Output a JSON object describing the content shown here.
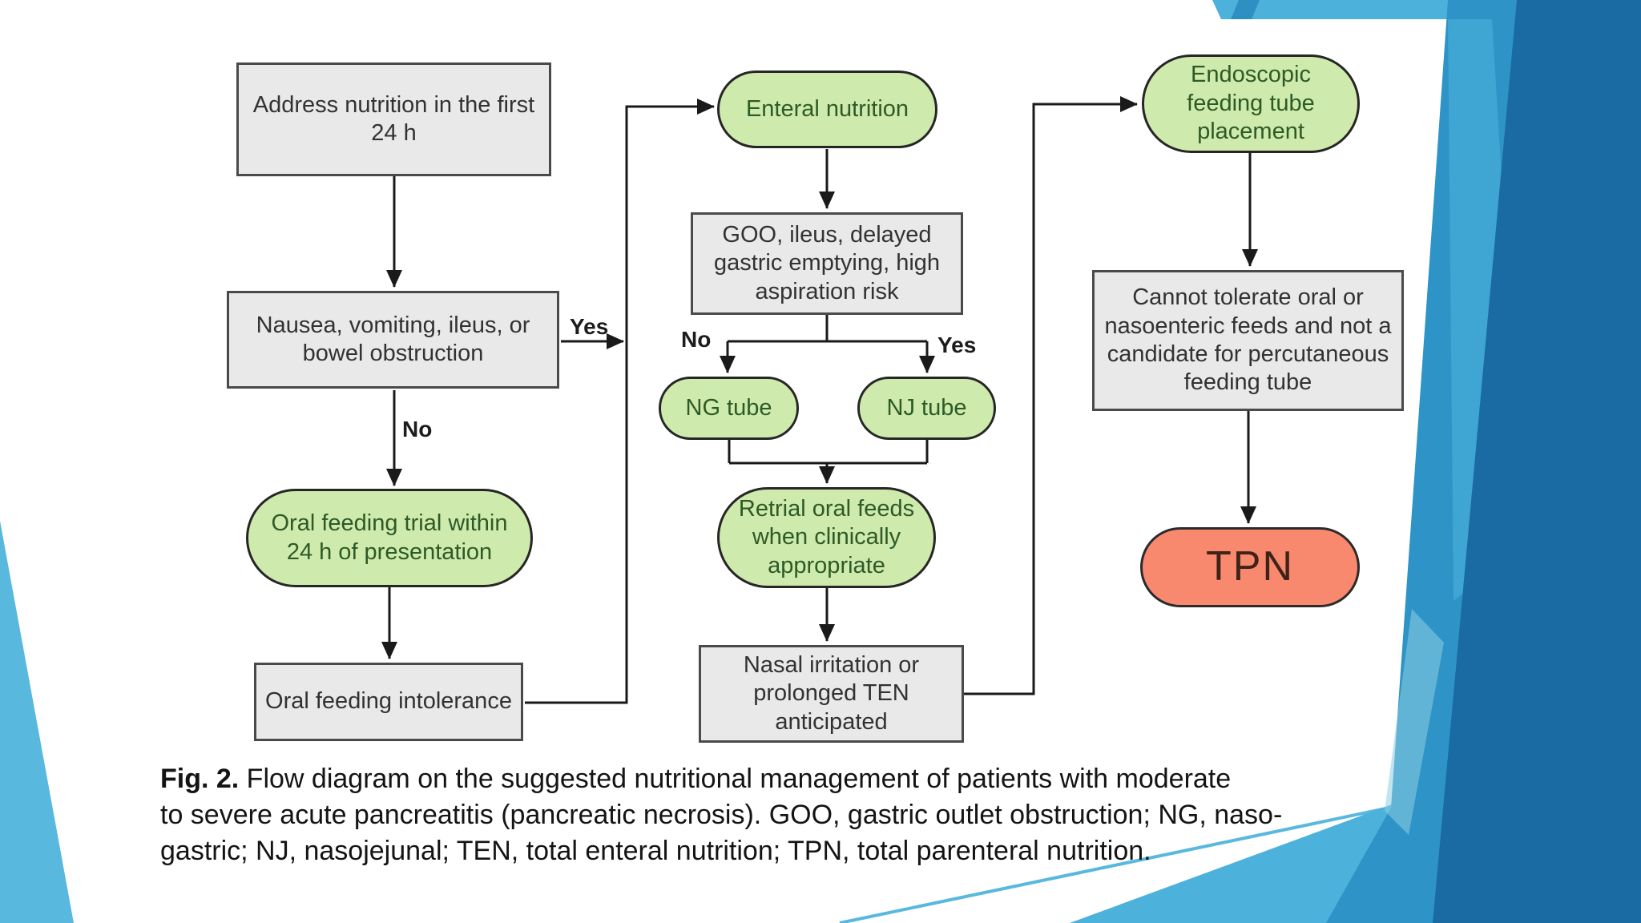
{
  "slide_type": "presentation-slide-with-figure",
  "diagram": {
    "nodes": {
      "address": {
        "label": "Address nutrition in the first\n24 h",
        "shape": "rect"
      },
      "nausea": {
        "label": "Nausea, vomiting, ileus, or\nbowel obstruction",
        "shape": "rect"
      },
      "oral_trial": {
        "label": "Oral feeding trial within\n24 h of presentation",
        "shape": "oval"
      },
      "intolerance": {
        "label": "Oral feeding intolerance",
        "shape": "rect"
      },
      "enteral": {
        "label": "Enteral nutrition",
        "shape": "oval"
      },
      "goo": {
        "label": "GOO, ileus, delayed\ngastric emptying, high\naspiration risk",
        "shape": "rect"
      },
      "ng_tube": {
        "label": "NG tube",
        "shape": "oval"
      },
      "nj_tube": {
        "label": "NJ tube",
        "shape": "oval"
      },
      "retrial": {
        "label": "Retrial oral feeds\nwhen clinically\nappropriate",
        "shape": "oval"
      },
      "nasal": {
        "label": "Nasal irritation or\nprolonged TEN\nanticipated",
        "shape": "rect"
      },
      "endoscopic": {
        "label": "Endoscopic\nfeeding tube\nplacement",
        "shape": "oval"
      },
      "cannot": {
        "label": "Cannot tolerate oral or\nnasoenteric feeds and not a\ncandidate for percutaneous\nfeeding tube",
        "shape": "rect"
      },
      "tpn": {
        "label": "TPN",
        "shape": "oval-red"
      }
    },
    "edge_labels": {
      "yes_to_enteral": "Yes",
      "no_to_oral_trial": "No",
      "no_to_ng": "No",
      "yes_to_nj": "Yes"
    }
  },
  "caption": {
    "label": "Fig. 2.",
    "line1": "  Flow diagram on the suggested nutritional management of patients with moderate",
    "line2": "to severe acute pancreatitis (pancreatic necrosis). GOO, gastric outlet obstruction; NG, naso-",
    "line3": "gastric; NJ, nasojejunal; TEN, total enteral nutrition; TPN, total parenteral nutrition."
  },
  "colors": {
    "oval_fill_green": "#cfeaad",
    "oval_text_green": "#2d5a27",
    "box_fill_gray": "#e9e9e9",
    "box_text_gray": "#323232",
    "tpn_fill_salmon": "#f8886e",
    "connector_black": "#1a1a1a",
    "accent_blue_light": "#58b8dd",
    "accent_blue_mid": "#2e93c6",
    "accent_blue_dark": "#1a6aa3"
  }
}
